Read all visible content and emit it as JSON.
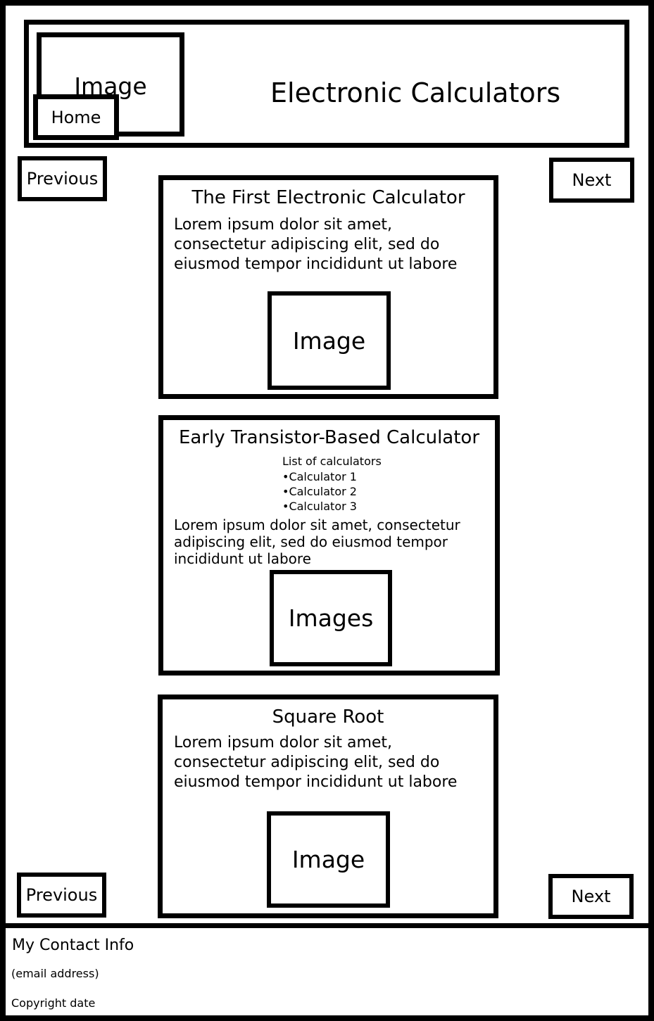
{
  "header": {
    "logo_placeholder": "Image",
    "home_button": "Home",
    "title": "Electronic Calculators"
  },
  "nav_top": {
    "previous": "Previous",
    "next": "Next"
  },
  "nav_bottom": {
    "previous": "Previous",
    "next": "Next"
  },
  "sections": [
    {
      "title": "The First Electronic Calculator",
      "body": "Lorem ipsum dolor sit amet, consectetur adipiscing elit, sed do eiusmod tempor incididunt ut labore",
      "image_placeholder": "Image"
    },
    {
      "title": "Early Transistor-Based Calculator",
      "list_heading": "List of calculators",
      "list_items": [
        "Calculator 1",
        "Calculator 2",
        "Calculator 3"
      ],
      "body": "Lorem ipsum dolor sit amet, consectetur adipiscing elit, sed do eiusmod tempor incididunt ut labore",
      "image_placeholder": "Images"
    },
    {
      "title": "Square Root",
      "body": "Lorem ipsum dolor sit amet, consectetur adipiscing elit, sed do eiusmod tempor incididunt ut labore",
      "image_placeholder": "Image"
    }
  ],
  "footer": {
    "contact_heading": "My Contact Info",
    "email": "(email address)",
    "copyright": "Copyright date"
  }
}
